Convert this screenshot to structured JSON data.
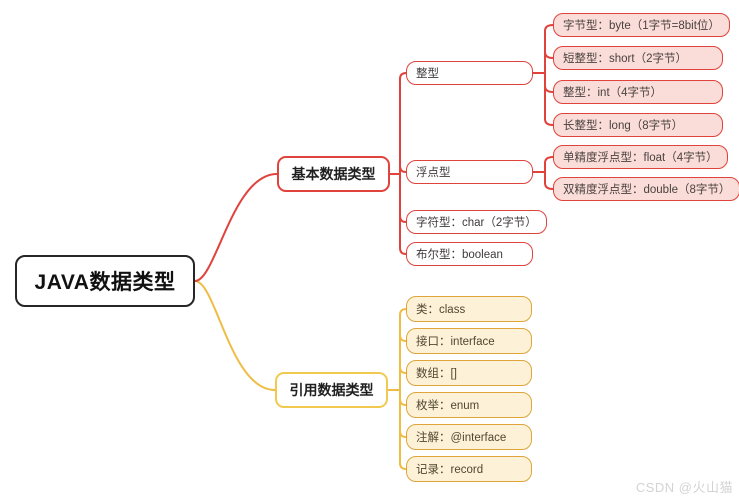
{
  "root": {
    "label": "JAVA数据类型"
  },
  "branches": [
    {
      "label": "基本数据类型",
      "color": "#e0433c",
      "leaf_bg": "#fadcd8",
      "groups": [
        {
          "label": "整型",
          "leaves": [
            "字节型：byte（1字节=8bit位）",
            "短整型：short（2字节）",
            "整型：int（4字节）",
            "长整型：long（8字节）"
          ]
        },
        {
          "label": "浮点型",
          "leaves": [
            "单精度浮点型：float（4字节）",
            "双精度浮点型：double（8字节）"
          ]
        },
        {
          "label": "字符型：char（2字节）"
        },
        {
          "label": "布尔型：boolean"
        }
      ]
    },
    {
      "label": "引用数据类型",
      "color": "#eebd45",
      "leaf_bg": "#fdf2d8",
      "leaves": [
        "类：class",
        "接口：interface",
        "数组：[]",
        "枚举：enum",
        "注解：@interface",
        "记录：record"
      ]
    }
  ],
  "watermark": "CSDN @火山猫"
}
